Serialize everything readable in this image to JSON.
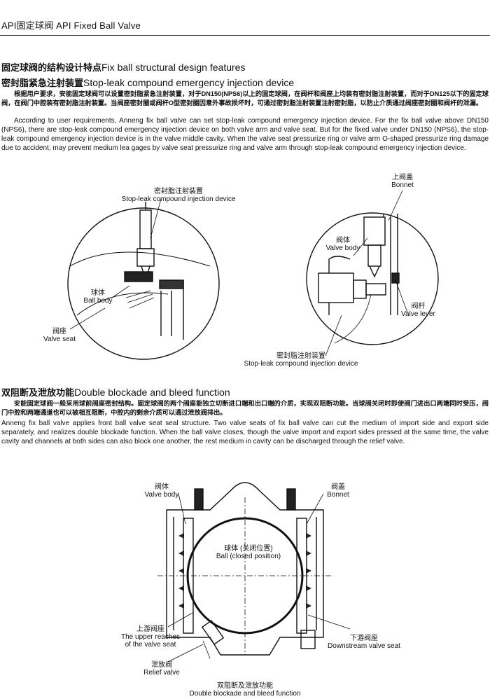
{
  "header": {
    "title": "API固定球阀 API Fixed Ball Valve"
  },
  "section1": {
    "title_zh": "固定球阀的结构设计特点",
    "title_en": "Fix ball structural design features",
    "subtitle_zh": "密封脂紧急注射装置",
    "subtitle_en": "Stop-leak compound emergency injection device",
    "para_zh": "根据用户要求，安能固定球阀可以设置密封脂紧急注射装置，对于DN150(NPS6)以上的固定球阀，在阀杆和阀座上均装有密封脂注射装置，而对于DN125以下的固定球阀，在阀门中腔装有密封脂注射装置。当阀座密封圈或阀杆O型密封圈因意外事故损坏时，可通过密封脂注射装置注射密封脂，以防止介质通过阀座密封圈和阀杆的泄漏。",
    "para_en": "According to user requirements, Anneng fix ball valve can set stop-leak compound emergency injection device. For the fix ball valve above DN150 (NPS6), there are stop-leak compound emergency injection device on both valve arm and valve seat. But for the fixed valve under DN150 (NPS6), the stop-leak compound emergency injection device is in the valve middle cavity. When the valve seat pressurize ring or valve arm O-shaped pressurize ring damage due to accident, may prevent medium lea gages by valve seat pressurize ring and valve arm through stop-leak compound emergency injection device."
  },
  "figure1": {
    "left": {
      "injection_zh": "密封脂注射装置",
      "injection_en": "Stop-leak compound injection device",
      "ball_zh": "球体",
      "ball_en": "Ball body",
      "seat_zh": "阀座",
      "seat_en": "Valve seat"
    },
    "right": {
      "bonnet_zh": "上阀盖",
      "bonnet_en": "Bonnet",
      "body_zh": "阀体",
      "body_en": "Valve body",
      "lever_zh": "阀杆",
      "lever_en": "Valve lever",
      "injection_zh": "密封脂注射装置",
      "injection_en": "Stop-leak compound injection device"
    }
  },
  "section2": {
    "title_zh": "双阻断及泄放功能",
    "title_en": "Double blockade and bleed function",
    "para_zh": "安能固定球阀一般采用球前阀座密封结构。固定球阀的两个阀座能独立切断进口端和出口端的介质，实现双阻断功能。当球阀关闭时即使阀门进出口两端同时受压，阀门中腔和两端通道也可以被相互阻断，中腔内的剩余介质可以通过泄放阀排出。",
    "para_en": "Anneng fix ball valve applies front ball valve seat seal structure. Two valve seats of fix ball valve can cut the medium of import side and export side separately, and realizes double blockade function. When the ball valve closes, though the valve import and export sides pressed at the same time, the valve cavity and channels at both sides can also block one another, the rest medium in cavity can be discharged through the relief valve."
  },
  "figure2": {
    "body_zh": "阀体",
    "body_en": "Valve body",
    "bonnet_zh": "阀盖",
    "bonnet_en": "Bonnet",
    "ball_zh": "球体 (关闭位置)",
    "ball_en": "Ball (closed position)",
    "upstream_zh": "上游阀座",
    "upstream_en1": "The upper reaches",
    "upstream_en2": "of the valve seat",
    "downstream_zh": "下游阀座",
    "downstream_en": "Downstream valve seat",
    "relief_zh": "泄放阀",
    "relief_en": "Relief valve",
    "caption_zh": "双阻断及泄放功能",
    "caption_en": "Double blockade and bleed function"
  }
}
